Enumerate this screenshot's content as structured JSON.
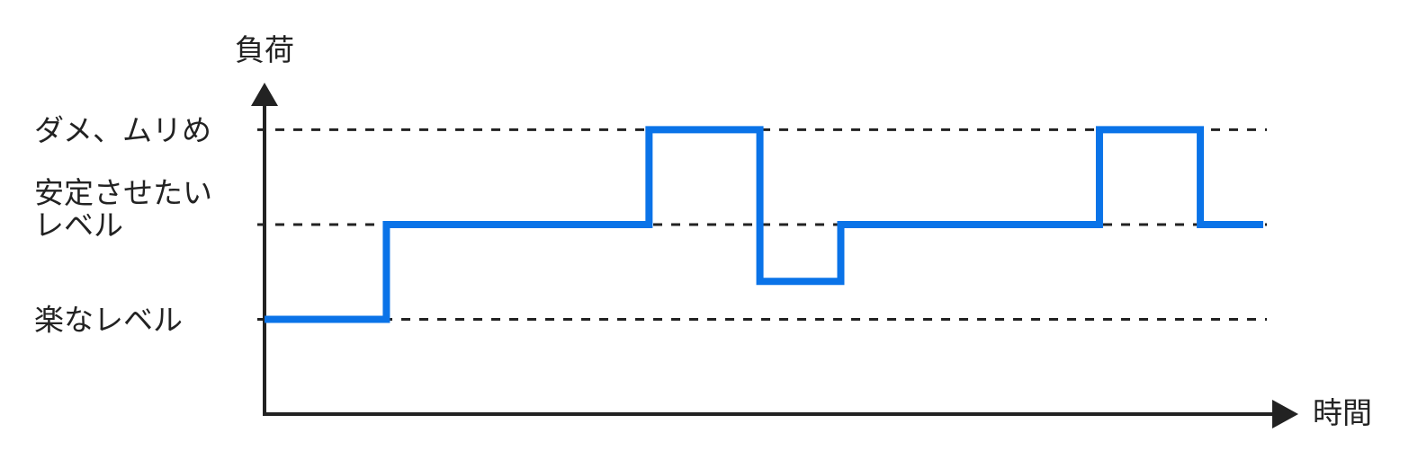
{
  "chart_data": {
    "type": "line",
    "style": "step",
    "ylabel": "負荷",
    "xlabel": "時間",
    "levels": [
      {
        "key": "easy",
        "lines": [
          "楽なレベル"
        ],
        "value": 1
      },
      {
        "key": "stable",
        "lines": [
          "安定させたい",
          "レベル"
        ],
        "value": 2
      },
      {
        "key": "max",
        "lines": [
          "ダメ、ムリめ"
        ],
        "value": 3
      }
    ],
    "ylim": [
      0,
      3.8
    ],
    "xlim": [
      0,
      100
    ],
    "series": [
      {
        "color": "#0a73e8",
        "points": [
          [
            0,
            1
          ],
          [
            12.2,
            1
          ],
          [
            12.2,
            2
          ],
          [
            38.5,
            2
          ],
          [
            38.5,
            3
          ],
          [
            49.6,
            3
          ],
          [
            49.6,
            1.4
          ],
          [
            57.7,
            1.4
          ],
          [
            57.7,
            2
          ],
          [
            83.6,
            2
          ],
          [
            83.6,
            3
          ],
          [
            93.7,
            3
          ],
          [
            93.7,
            2
          ],
          [
            100,
            2
          ]
        ]
      }
    ],
    "grid": false
  }
}
